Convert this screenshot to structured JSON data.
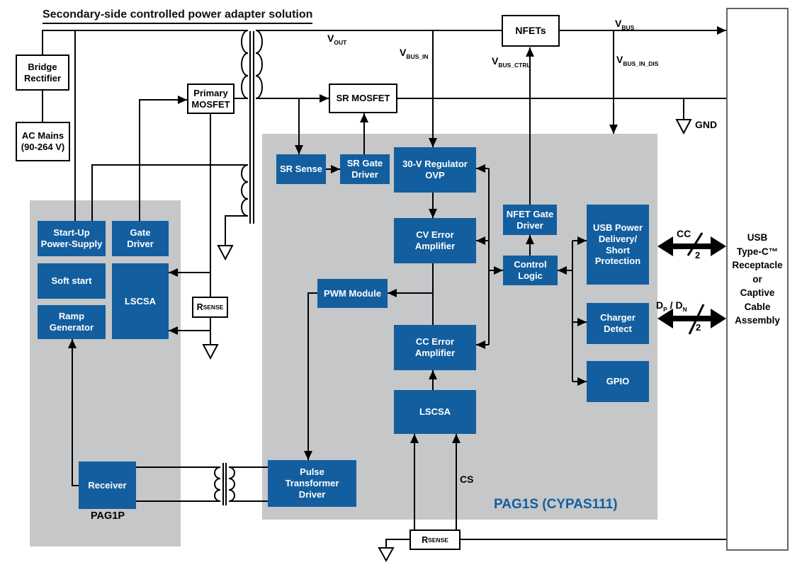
{
  "title": "Secondary-side controlled power adapter solution",
  "colors": {
    "block_blue": "#135E9F",
    "panel_gray": "#C5C7C9",
    "wire_black": "#000000",
    "connector_border_gray": "#5B6670",
    "label_blue": "#135E9F"
  },
  "primary_side": {
    "bridge_rectifier": "Bridge\nRectifier",
    "ac_mains": "AC Mains\n(90-264 V)",
    "primary_mosfet": "Primary\nMOSFET"
  },
  "secondary_side": {
    "sr_mosfet": "SR MOSFET",
    "nfets": "NFETs"
  },
  "pag1p": {
    "name": "PAG1P",
    "startup_power_supply": "Start-Up\nPower-Supply",
    "gate_driver": "Gate\nDriver",
    "soft_start": "Soft start",
    "lscsa": "LSCSA",
    "ramp_generator": "Ramp\nGenerator",
    "receiver": "Receiver"
  },
  "pag1s": {
    "name": "PAG1S (CYPAS111)",
    "sr_sense": "SR Sense",
    "sr_gate_driver": "SR Gate\nDriver",
    "regulator_ovp": "30-V Regulator\nOVP",
    "cv_error_amplifier": "CV Error\nAmplifier",
    "pwm_module": "PWM Module",
    "cc_error_amplifier": "CC Error\nAmplifier",
    "lscsa": "LSCSA",
    "nfet_gate_driver": "NFET Gate\nDriver",
    "control_logic": "Control\nLogic",
    "usb_power_delivery": "USB Power\nDelivery/\nShort\nProtection",
    "charger_detect": "Charger\nDetect",
    "gpio": "GPIO",
    "pulse_transformer_driver": "Pulse\nTransformer\nDriver"
  },
  "usb_connector": "USB\nType-C™\nReceptacle\nor\nCaptive\nCable\nAssembly",
  "nets": {
    "vout": {
      "base": "V",
      "sub": "OUT"
    },
    "vbus_in": {
      "base": "V",
      "sub": "BUS_IN"
    },
    "vbus_ctrl": {
      "base": "V",
      "sub": "BUS_CTRL"
    },
    "vbus": {
      "base": "V",
      "sub": "BUS"
    },
    "vbus_in_dis": {
      "base": "V",
      "sub": "BUS_IN_DIS"
    },
    "gnd": "GND",
    "cs": "CS",
    "rsense": {
      "base": "R",
      "sub": "SENSE"
    },
    "cc_bus": {
      "label": "CC",
      "width": "2"
    },
    "data_bus": {
      "b1": "D",
      "s1": "P",
      "sep": " / ",
      "b2": "D",
      "s2": "N",
      "width": "2"
    }
  }
}
